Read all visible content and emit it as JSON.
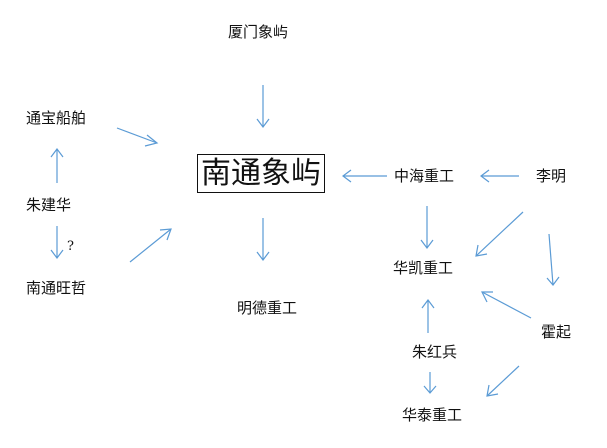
{
  "nodes": {
    "xiamen": "厦门象屿",
    "tongbao": "通宝船舶",
    "zhujianhua": "朱建华",
    "question": "?",
    "nantong_wangzhe": "南通旺哲",
    "center": "南通象屿",
    "mingde": "明德重工",
    "zhonghai": "中海重工",
    "liming": "李明",
    "huakai": "华凯重工",
    "huoqi": "霍起",
    "zhuhongbing": "朱红兵",
    "huatai": "华泰重工"
  },
  "edges": [
    {
      "from": "xiamen",
      "to": "center"
    },
    {
      "from": "tongbao",
      "to": "center"
    },
    {
      "from": "zhujianhua",
      "to": "tongbao"
    },
    {
      "from": "zhujianhua",
      "to": "nantong_wangzhe",
      "label": "question"
    },
    {
      "from": "nantong_wangzhe",
      "to": "center"
    },
    {
      "from": "center",
      "to": "mingde"
    },
    {
      "from": "zhonghai",
      "to": "center"
    },
    {
      "from": "liming",
      "to": "zhonghai"
    },
    {
      "from": "zhonghai",
      "to": "huakai"
    },
    {
      "from": "liming",
      "to": "huakai"
    },
    {
      "from": "liming",
      "to": "huoqi"
    },
    {
      "from": "huoqi",
      "to": "huakai"
    },
    {
      "from": "zhuhongbing",
      "to": "huakai"
    },
    {
      "from": "zhuhongbing",
      "to": "huatai"
    },
    {
      "from": "huoqi",
      "to": "huatai"
    }
  ],
  "colors": {
    "arrow": "#5b9bd5",
    "text": "#111111"
  }
}
